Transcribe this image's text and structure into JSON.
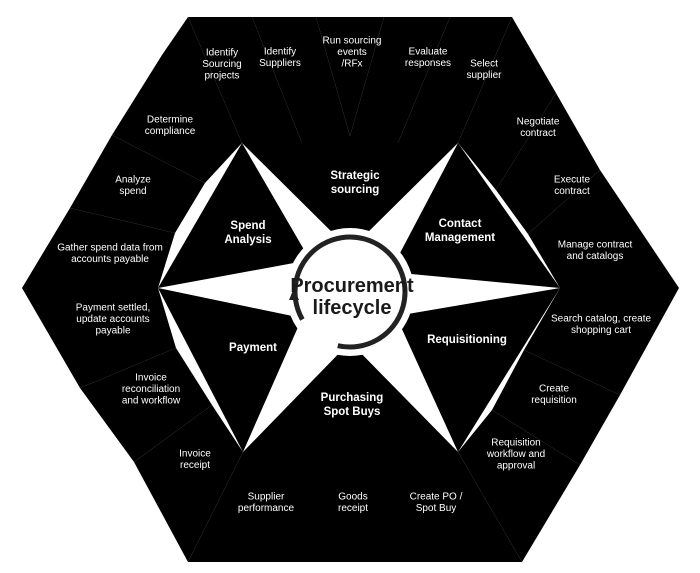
{
  "center": {
    "line1": "Procurement",
    "line2": "lifecycle"
  },
  "colors": {
    "strategic": [
      "#1fa9e0",
      "#38b9e8",
      "#5ec8ee",
      "#7fd4f2",
      "#9de0f6",
      "#0f90c8"
    ],
    "contract": [
      "#e6007e",
      "#ef4aa1",
      "#f586c4",
      "#c80070"
    ],
    "requisition": [
      "#f5a623",
      "#f3bd6a",
      "#f6cf97",
      "#f29100"
    ],
    "purchasing": [
      "#ef7c7c",
      "#e94b4b",
      "#e1281f",
      "#d0171a"
    ],
    "payment": [
      "#a884bf",
      "#8e5ea9",
      "#6f2c8f",
      "#6a1d87"
    ],
    "spend": [
      "#e3e04a",
      "#d2cf2a",
      "#c4c11a",
      "#b6b50c"
    ]
  },
  "categories": {
    "strategic": [
      "Strategic",
      "sourcing"
    ],
    "contract": [
      "Contact",
      "Management"
    ],
    "requisition": [
      "Requisitioning"
    ],
    "purchasing": [
      "Purchasing",
      "Spot Buys"
    ],
    "payment": [
      "Payment"
    ],
    "spend": [
      "Spend",
      "Analysis"
    ]
  },
  "steps": {
    "strategic": [
      [
        "Identify",
        "Sourcing",
        "projects"
      ],
      [
        "Identify",
        "Suppliers"
      ],
      [
        "Run sourcing",
        "events",
        "/RFx"
      ],
      [
        "Evaluate",
        "responses"
      ],
      [
        "Select",
        "supplier"
      ]
    ],
    "contract": [
      [
        "Negotiate",
        "contract"
      ],
      [
        "Execute",
        "contract"
      ],
      [
        "Manage contract",
        "and catalogs"
      ]
    ],
    "requisition": [
      [
        "Search catalog, create",
        "shopping cart"
      ],
      [
        "Create",
        "requisition"
      ],
      [
        "Requisition",
        "workflow and",
        "approval"
      ]
    ],
    "purchasing": [
      [
        "Supplier",
        "performance"
      ],
      [
        "Goods",
        "receipt"
      ],
      [
        "Create PO /",
        "Spot Buy"
      ]
    ],
    "payment": [
      [
        "Payment settled,",
        "update accounts",
        "payable"
      ],
      [
        "Invoice",
        "reconciliation",
        "and workflow"
      ],
      [
        "Invoice",
        "receipt"
      ]
    ],
    "spend": [
      [
        "Determine",
        "compliance"
      ],
      [
        "Analyze",
        "spend"
      ],
      [
        "Gather spend data from",
        "accounts payable"
      ]
    ]
  }
}
